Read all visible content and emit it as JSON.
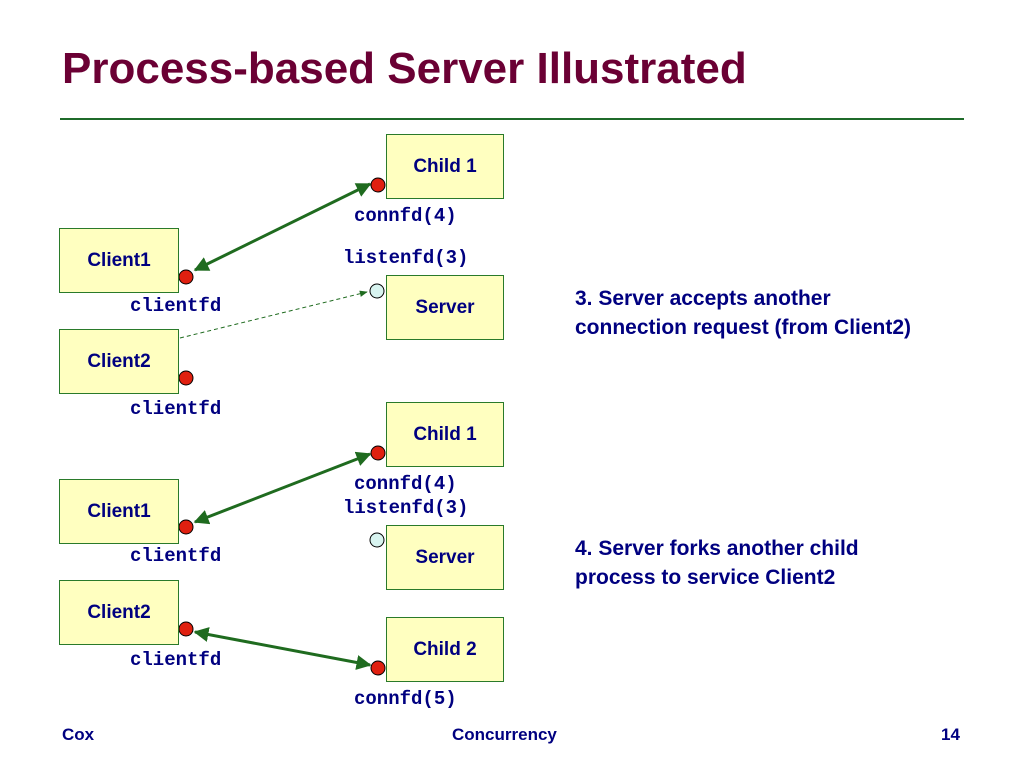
{
  "title": "Process-based Server Illustrated",
  "step3": {
    "child1": "Child 1",
    "client1": "Client1",
    "client2": "Client2",
    "server": "Server",
    "connfd_child1": "connfd(4)",
    "listenfd": "listenfd(3)",
    "clientfd1": "clientfd",
    "clientfd2": "clientfd",
    "description_line1": "3. Server accepts another",
    "description_line2": "connection request (from Client2)"
  },
  "step4": {
    "child1": "Child 1",
    "client1": "Client1",
    "client2": "Client2",
    "server": "Server",
    "child2": "Child 2",
    "connfd_child1": "connfd(4)",
    "listenfd": "listenfd(3)",
    "connfd_child2": "connfd(5)",
    "clientfd1": "clientfd",
    "clientfd2": "clientfd",
    "description_line1": "4. Server forks another child",
    "description_line2": "process to service Client2"
  },
  "footer": {
    "left": "Cox",
    "center": "Concurrency",
    "right": "14"
  },
  "colors": {
    "title": "#6b0034",
    "text": "#000080",
    "box_fill": "#ffffc0",
    "active_socket": "#e02010",
    "listen_socket": "#d8f4f0",
    "connection": "#1f6b1f"
  }
}
